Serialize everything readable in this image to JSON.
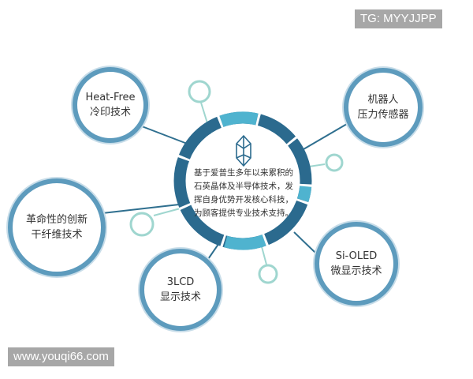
{
  "watermarks": {
    "top_right": "TG: MYYJJPP",
    "bottom_left": "www.youqi66.com"
  },
  "center": {
    "lines": [
      "基于爱普生多年以来累积的",
      "石英晶体及半导体技术，发",
      "挥自身优势开发核心科技，",
      "为顾客提供专业技术支持。"
    ]
  },
  "nodes": {
    "heat_free": {
      "line1": "Heat-Free",
      "line2": "冷印技术"
    },
    "sensor": {
      "line1": "机器人",
      "line2": "压力传感器"
    },
    "fiber": {
      "line1": "革命性的创新",
      "line2": "干纤维技术"
    },
    "si_oled": {
      "line1": "Si-OLED",
      "line2": "微显示技术"
    },
    "lcd": {
      "line1": "3LCD",
      "line2": "显示技术"
    }
  },
  "colors": {
    "ring_blue": "#2b6a8e",
    "ring_light": "#4fb3cf",
    "node_border": "#5d9bbd",
    "connector": "#2f6f8f",
    "small_circle": "#9fd6cf"
  },
  "icons": {
    "center": "crystal-icon"
  }
}
